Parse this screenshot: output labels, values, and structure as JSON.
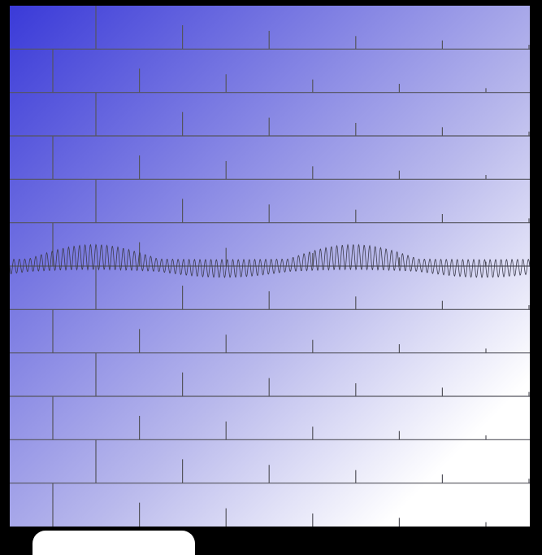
{
  "colors": {
    "background": "#000000",
    "gradient_start": "#3a3ad8",
    "gradient_end": "#ffffff",
    "grid_line": "#55555e",
    "wave": "#3c3c4c"
  },
  "graphic": {
    "bands": 12,
    "tick_heights": [
      1.0,
      0.55,
      0.42,
      0.3,
      0.2,
      0.1
    ],
    "wave": {
      "envelope_cycles": 2,
      "carrier_cycles": 95
    }
  }
}
